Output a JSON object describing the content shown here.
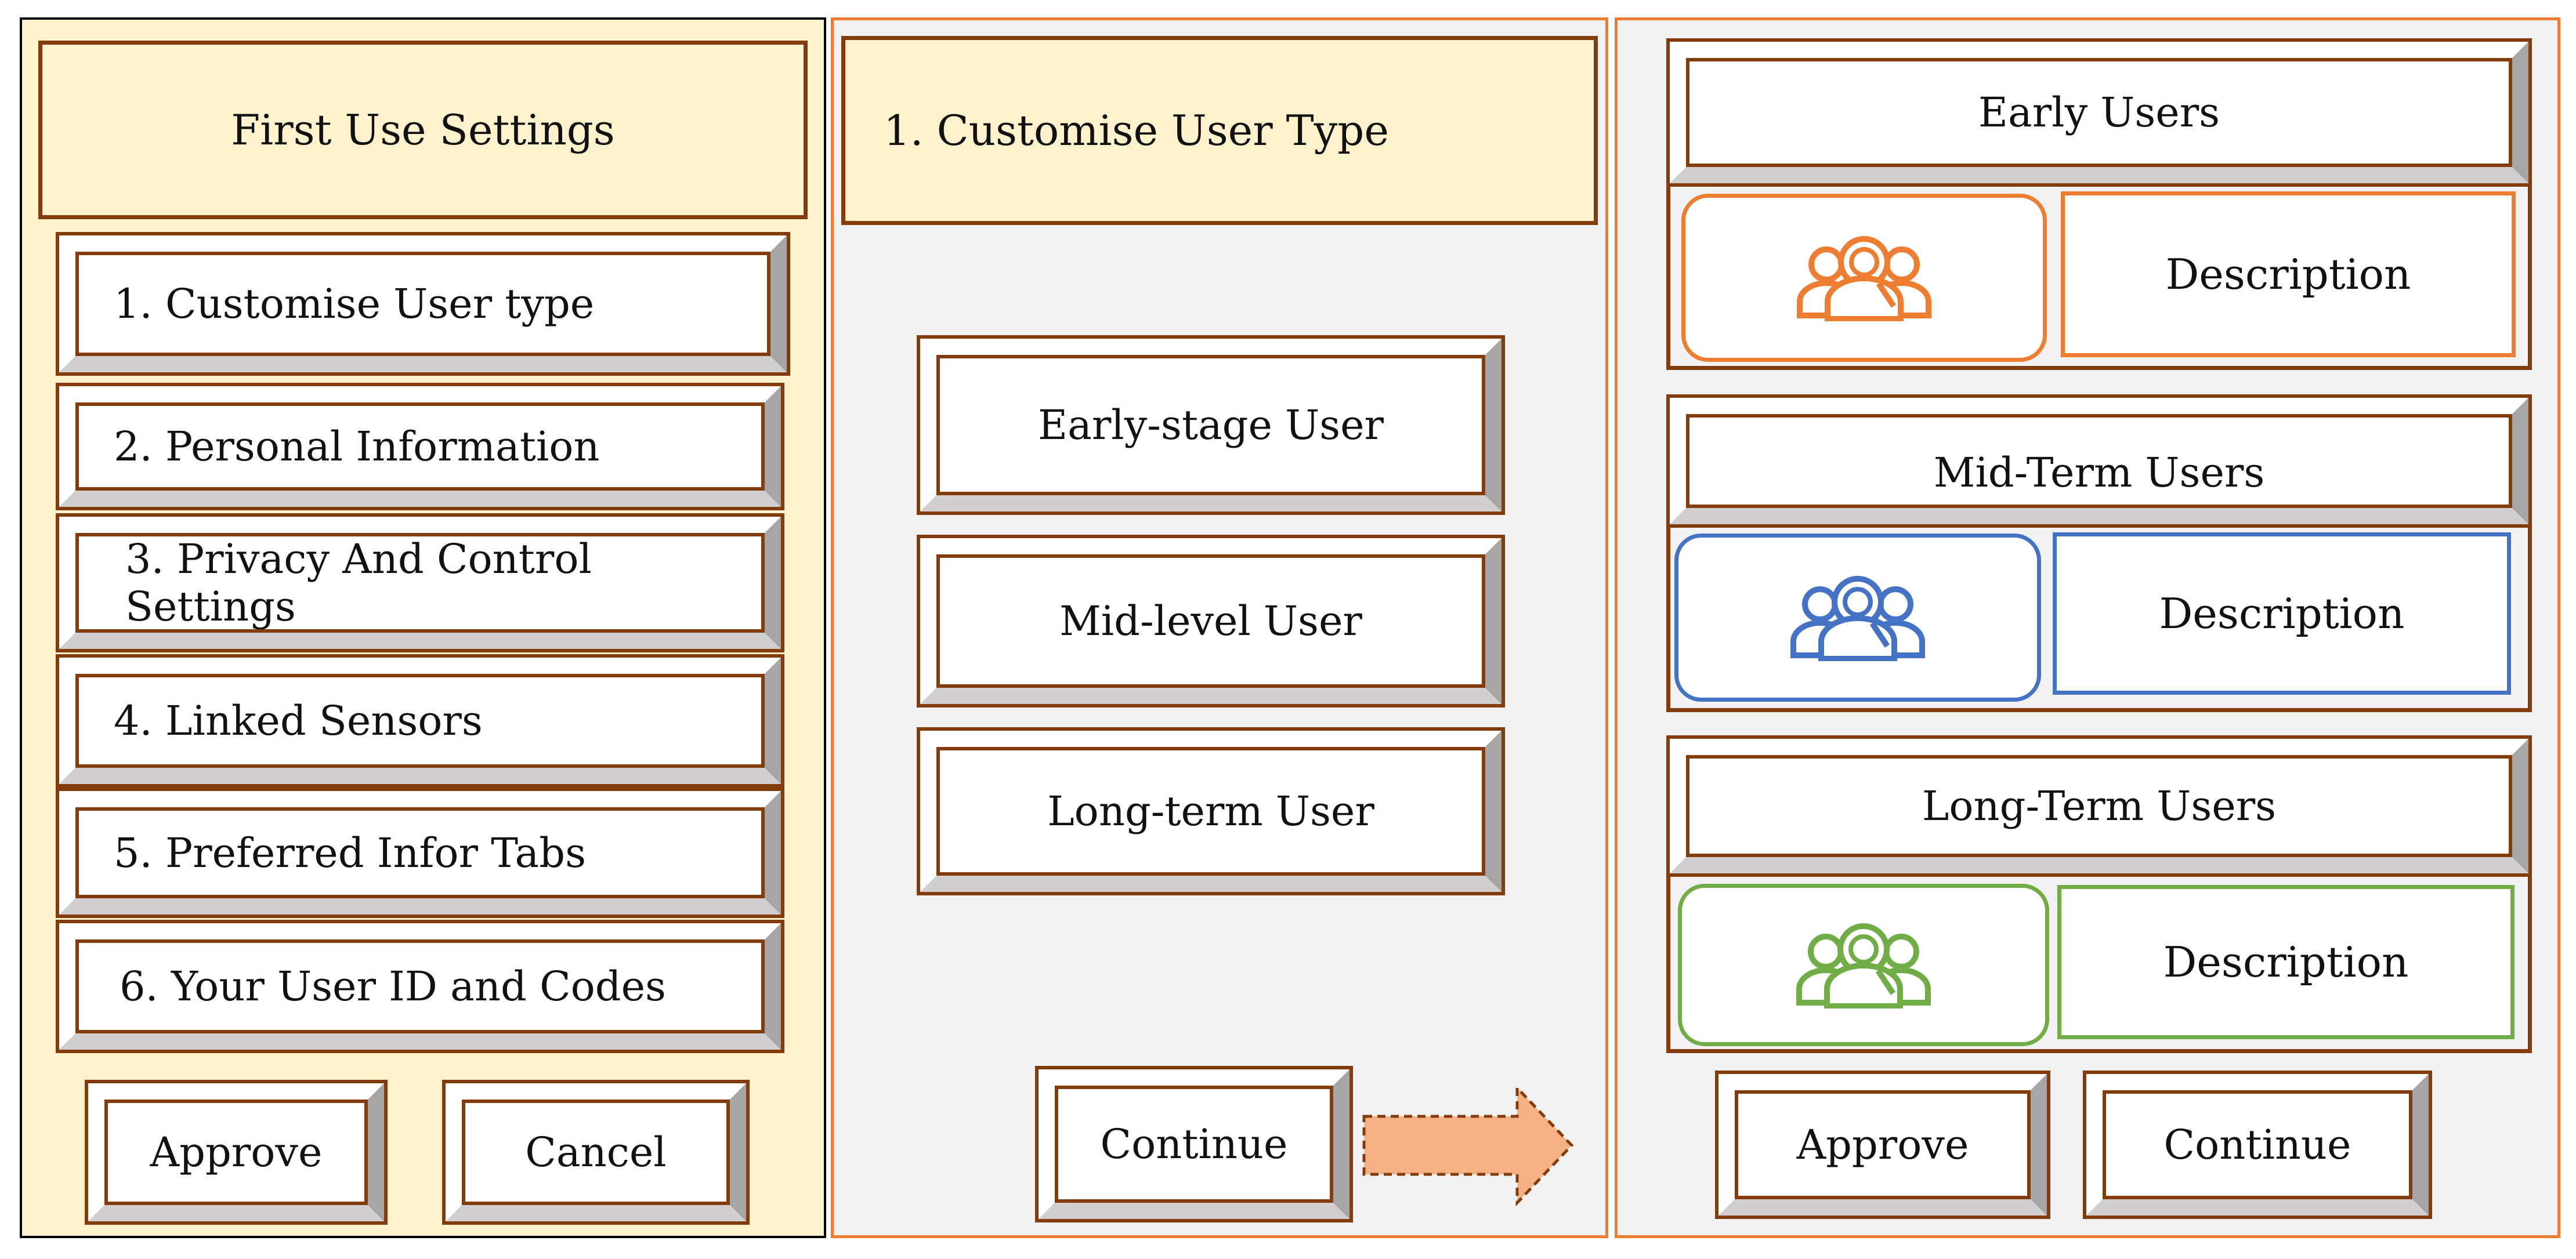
{
  "left_panel": {
    "title": "First Use Settings",
    "menu_items": [
      "1. Customise User type",
      "2. Personal Information",
      "3. Privacy And Control Settings",
      "4. Linked Sensors",
      "5. Preferred Infor Tabs",
      "6. Your User ID and Codes"
    ],
    "approve_label": "Approve",
    "cancel_label": "Cancel"
  },
  "middle_panel": {
    "title": "1. Customise User Type",
    "options": [
      "Early-stage User",
      "Mid-level User",
      "Long-term User"
    ],
    "continue_label": "Continue"
  },
  "right_panel": {
    "groups": [
      {
        "title": "Early Users",
        "description": "Description",
        "color": "#ed7d31",
        "icon": "users-icon"
      },
      {
        "title": "Mid-Term Users",
        "description": "Description",
        "color": "#4472c4",
        "icon": "users-icon"
      },
      {
        "title": "Long-Term Users",
        "description": "Description",
        "color": "#70ad47",
        "icon": "users-icon"
      }
    ],
    "approve_label": "Approve",
    "continue_label": "Continue"
  },
  "colors": {
    "frame_brown": "#843c0c",
    "panel_border_orange": "#ed7d31",
    "left_panel_fill": "#fff2cc",
    "panel_fill": "#f2f2f2",
    "arrow_fill": "#f4b183"
  }
}
